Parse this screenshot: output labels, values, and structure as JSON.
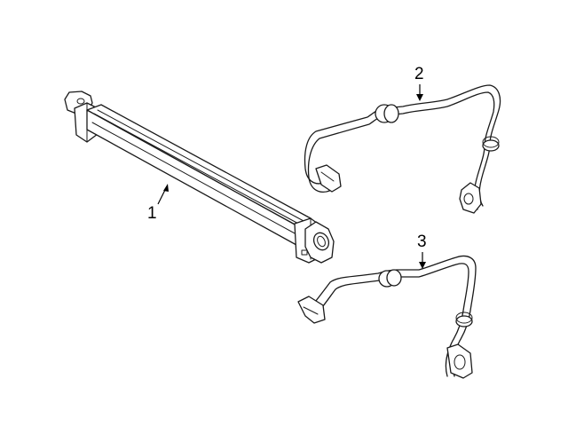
{
  "callouts": {
    "part1": "1",
    "part2": "2",
    "part3": "3"
  },
  "colors": {
    "line": "#1a1a1a",
    "background": "#ffffff"
  }
}
